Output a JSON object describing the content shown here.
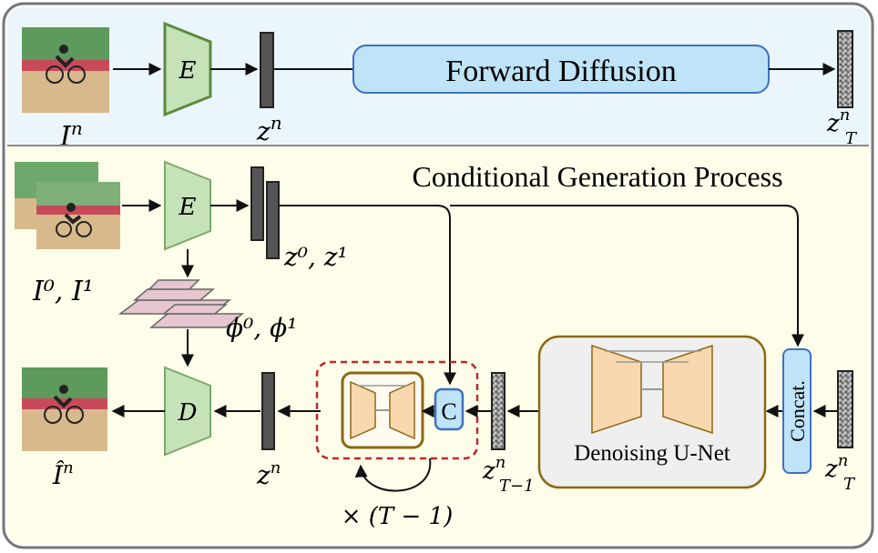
{
  "top_panel": {
    "image_label": "I",
    "image_sup": "n",
    "encoder": "E",
    "latent_label": "z",
    "latent_sup": "n",
    "forward_label": "Forward Diffusion",
    "noise_label": "z",
    "noise_sup": "n",
    "noise_sub": "T"
  },
  "bottom_panel": {
    "title": "Conditional Generation Process",
    "input_images_label": "I⁰, I¹",
    "encoder": "E",
    "latents_label": "z⁰, z¹",
    "features_label": "ϕ⁰, ϕ¹",
    "decoder": "D",
    "output_image_label": "Î",
    "output_image_sup": "n",
    "output_latent_label": "z",
    "output_latent_sup": "n",
    "concat_label": "C",
    "loop_label": "× (T − 1)",
    "step_latent_label": "z",
    "step_latent_sup": "n",
    "step_latent_sub": "T−1",
    "unet_label": "Denoising U-Net",
    "concat_block_label": "Concat.",
    "noise_label": "z",
    "noise_sup": "n",
    "noise_sub": "T"
  },
  "colors": {
    "top_bg": "#eaf6fc",
    "bottom_bg": "#fdfde9",
    "encoder_fill": "#c6e2b8",
    "encoder_stroke": "#7aa96a",
    "encoder_top_stroke": "#5a8b3c",
    "forward_fill": "#bfe3f7",
    "forward_stroke": "#3f6fbf",
    "unet_fill": "#f9d8b0",
    "unet_frame": "#8b6914",
    "loop_dash": "#c0282d",
    "feature_fill": "#e6c6cf",
    "latent_fill": "#555555"
  }
}
